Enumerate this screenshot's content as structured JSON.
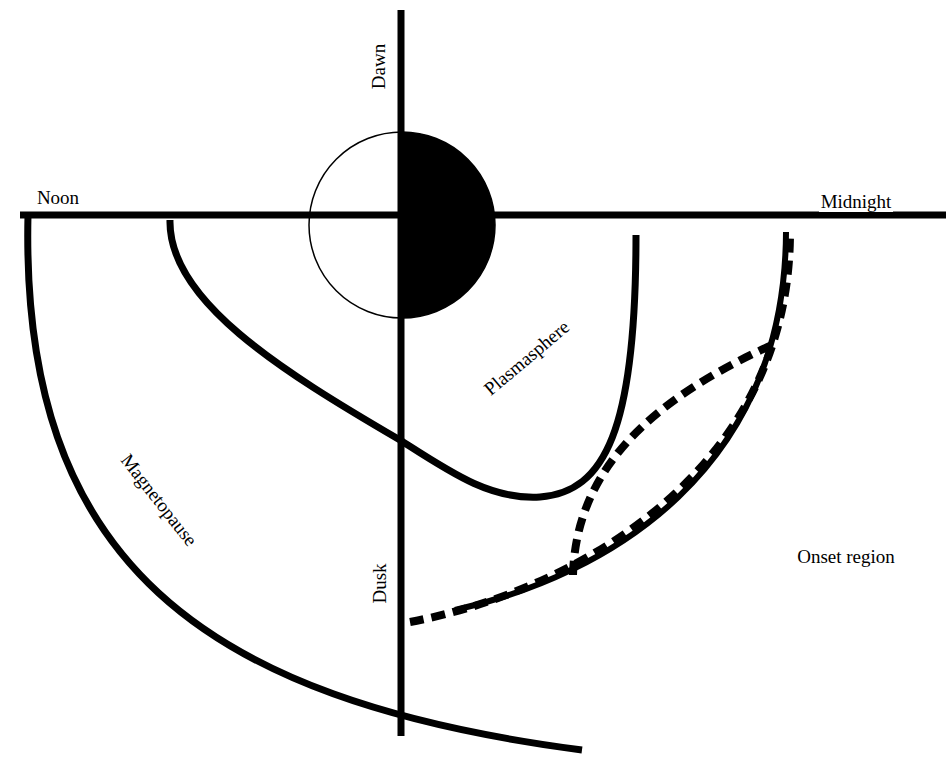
{
  "diagram": {
    "labels": [
      "Noon",
      "Midnight",
      "Dawn",
      "Dusk",
      "Plasmasphere",
      "Magnetopause",
      "Onset region"
    ]
  }
}
